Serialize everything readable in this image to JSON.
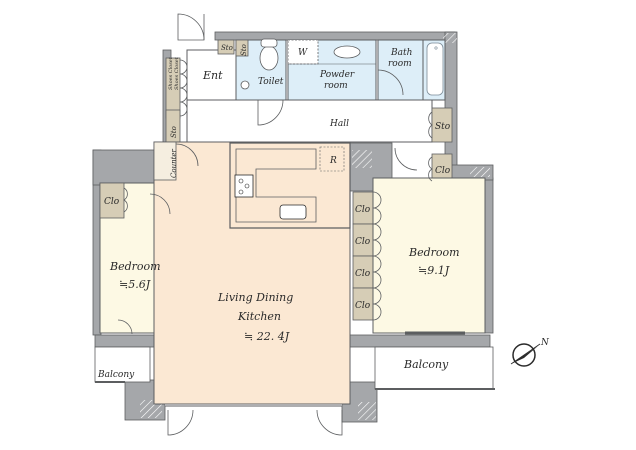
{
  "colors": {
    "wall": "#a5a7aa",
    "wall_outline": "#5c5e60",
    "ldk_floor": "#fbe8d3",
    "bedroom_floor": "#fdf9e4",
    "wet_area": "#ddeef8",
    "storage": "#d6cdb6",
    "white": "#ffffff"
  },
  "rooms": {
    "entrance": {
      "label": "Ent"
    },
    "toilet": {
      "label": "Toilet"
    },
    "washer": {
      "label": "W"
    },
    "powder_room": {
      "label_line1": "Powder",
      "label_line2": "room"
    },
    "bath_room": {
      "label_line1": "Bath",
      "label_line2": "room"
    },
    "hall": {
      "label": "Hall"
    },
    "counter": {
      "label": "Counter"
    },
    "refrigerator": {
      "label": "R"
    },
    "ldk": {
      "label_line1": "Living Dining",
      "label_line2": "Kitchen",
      "area": "≒ 22. 4J"
    },
    "bedroom_west": {
      "label": "Bedroom",
      "area": "≒5.6J"
    },
    "bedroom_east": {
      "label": "Bedroom",
      "area": "≒9.1J"
    },
    "balcony_west": {
      "label": "Balcony"
    },
    "balcony_east": {
      "label": "Balcony"
    }
  },
  "storage": {
    "entrance_sto": "Sto",
    "toilet_sto": "Sto",
    "shoe_closet_1": "Shoes Closet",
    "shoe_closet_2": "Shoes Closet",
    "hall_side_sto": "Sto",
    "hall_east_sto": "Sto",
    "east_clo_top": "Clo",
    "west_bedroom_clo": "Clo",
    "east_bedroom_clo": [
      "Clo",
      "Clo",
      "Clo",
      "Clo"
    ]
  },
  "compass": {
    "label": "N"
  }
}
